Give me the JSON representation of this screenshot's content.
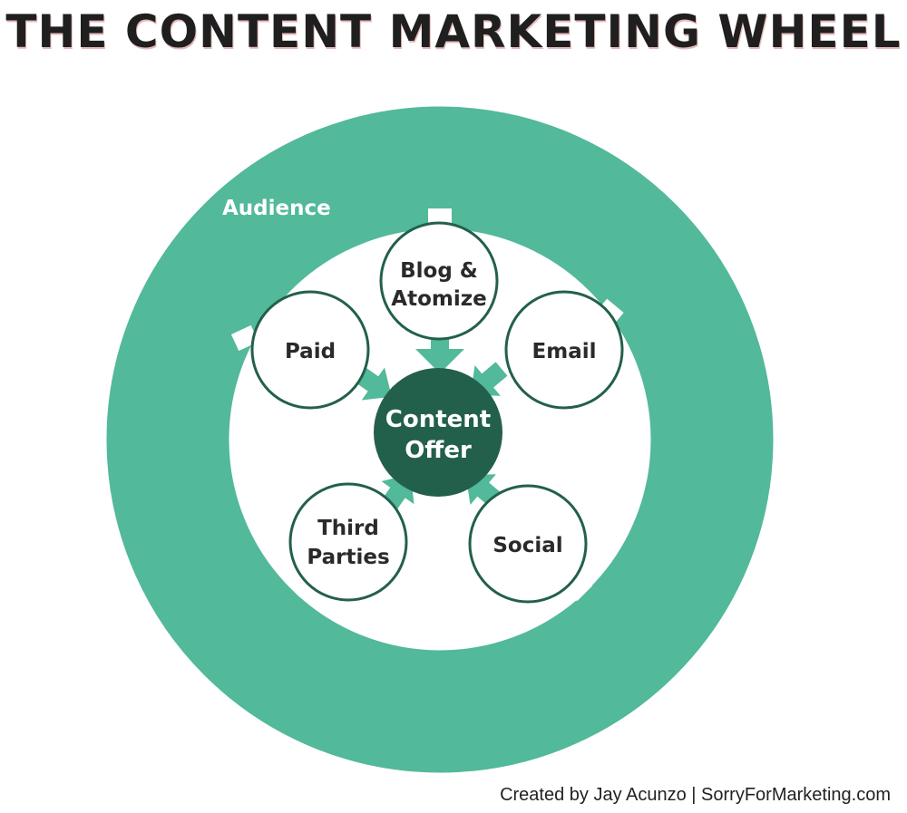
{
  "title": "THE CONTENT MARKETING WHEEL",
  "ring_label": "Audience",
  "center": {
    "line1": "Content",
    "line2": "Offer"
  },
  "nodes": [
    {
      "id": "blog",
      "line1": "Blog &",
      "line2": "Atomize"
    },
    {
      "id": "email",
      "line1": "Email",
      "line2": ""
    },
    {
      "id": "social",
      "line1": "Social",
      "line2": ""
    },
    {
      "id": "third",
      "line1": "Third",
      "line2": "Parties"
    },
    {
      "id": "paid",
      "line1": "Paid",
      "line2": ""
    }
  ],
  "credit": "Created by Jay Acunzo | SorryForMarketing.com",
  "colors": {
    "ring": "#52b99a",
    "center": "#23604b",
    "node_stroke": "#23604b",
    "arrow": "#52b99a",
    "title": "#1f1f1f"
  }
}
